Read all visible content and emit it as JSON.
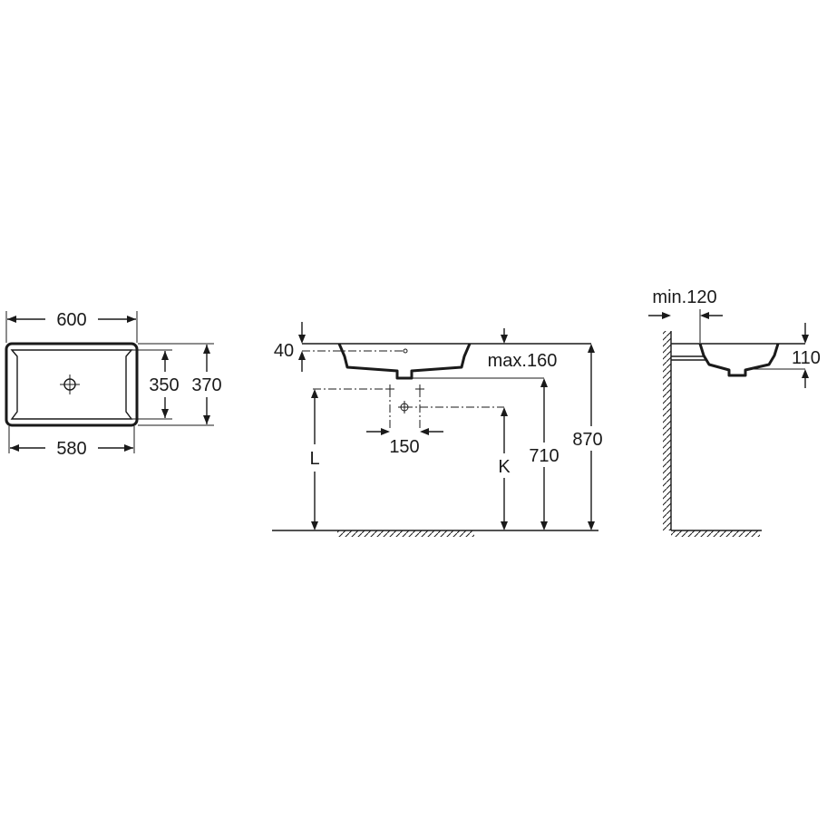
{
  "top_view": {
    "width_outer": "600",
    "width_inner": "580",
    "depth_inner": "350",
    "depth_outer": "370"
  },
  "front_view": {
    "rim_height": "40",
    "max_depth": "max.160",
    "tap_spacing": "150",
    "label_l": "L",
    "label_k": "K",
    "height_k": "710",
    "height_total": "870"
  },
  "side_view": {
    "wall_clearance": "min.120",
    "basin_height": "110"
  },
  "colors": {
    "line": "#1a1a1a",
    "background": "#ffffff"
  }
}
